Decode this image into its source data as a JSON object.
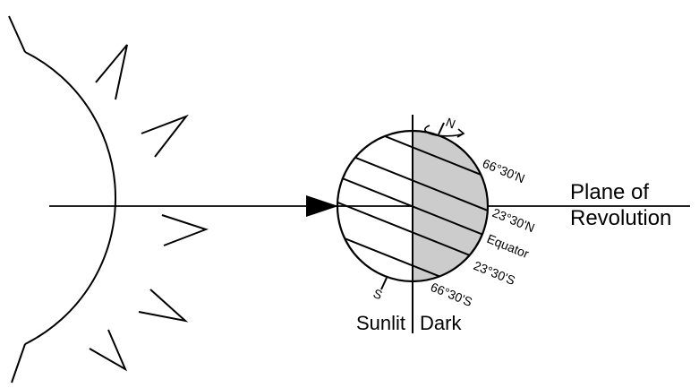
{
  "labels": {
    "plane_line1": "Plane of",
    "plane_line2": "Revolution",
    "lat_66n": "66°30'N",
    "lat_23n": "23°30'N",
    "equator": "Equator",
    "lat_23s": "23°30'S",
    "lat_66s": "66°30'S",
    "north": "N",
    "south": "S",
    "sunlit": "Sunlit",
    "dark": "Dark"
  },
  "colors": {
    "dark_hemisphere": "#cccccc",
    "line": "#000000",
    "background": "#ffffff"
  }
}
